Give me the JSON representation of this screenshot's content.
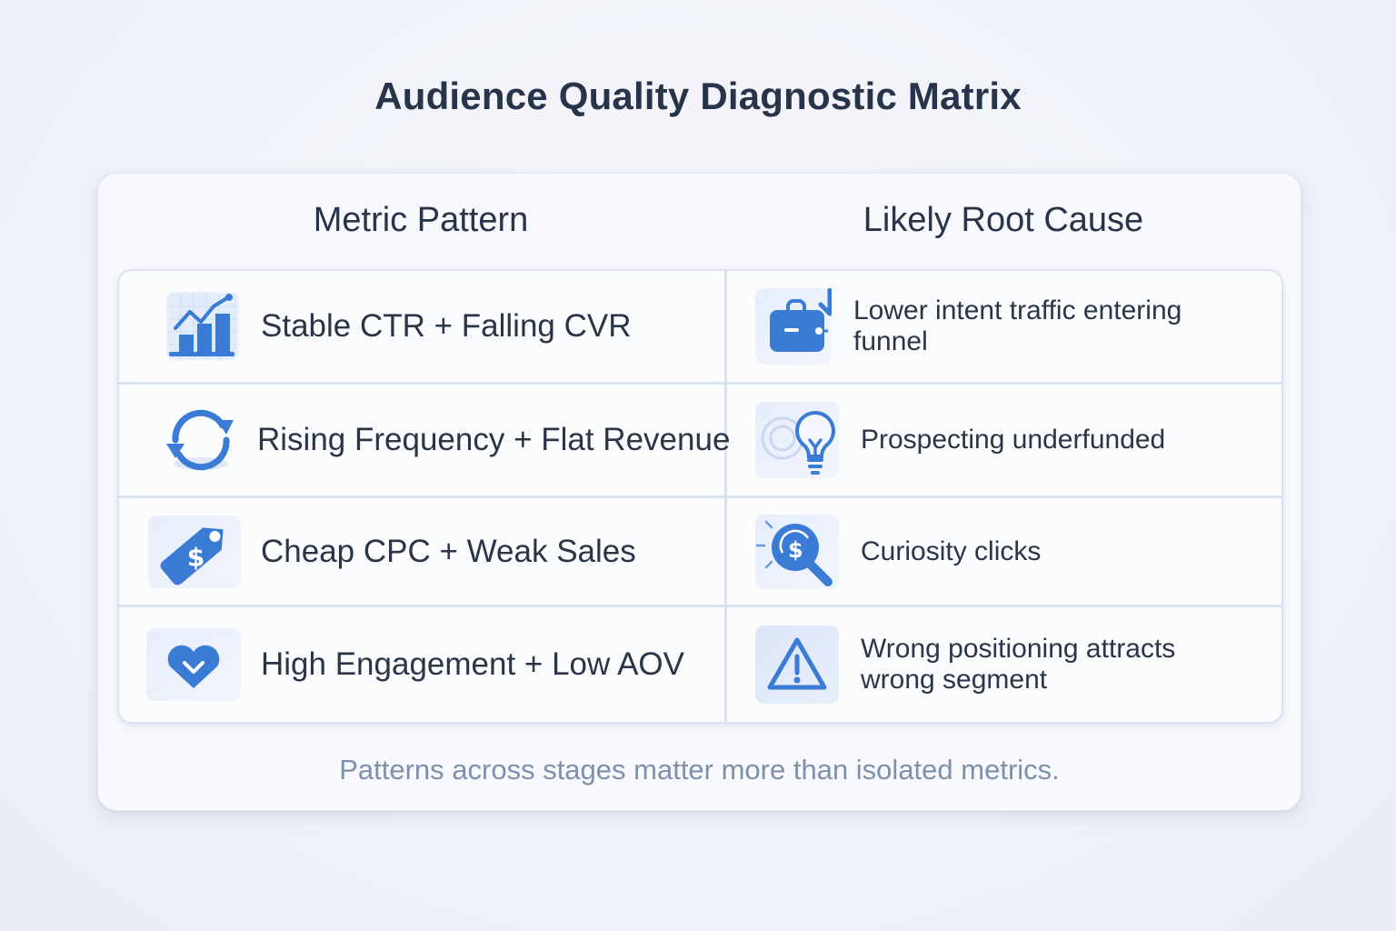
{
  "title": "Audience Quality Diagnostic Matrix",
  "columns": {
    "left": "Metric Pattern",
    "right": "Likely Root Cause"
  },
  "rows": [
    {
      "metric": "Stable CTR + Falling CVR",
      "metric_icon": "bar-chart-trend-icon",
      "cause": "Lower intent traffic entering funnel",
      "cause_icon": "briefcase-down-arrow-icon"
    },
    {
      "metric": "Rising Frequency + Flat Revenue",
      "metric_icon": "refresh-cycle-icon",
      "cause": "Prospecting underfunded",
      "cause_icon": "lightbulb-icon"
    },
    {
      "metric": "Cheap CPC + Weak Sales",
      "metric_icon": "price-tag-dollar-icon",
      "cause": "Curiosity clicks",
      "cause_icon": "magnifier-dollar-icon"
    },
    {
      "metric": "High Engagement + Low AOV",
      "metric_icon": "heart-check-icon",
      "cause": "Wrong positioning attracts wrong segment",
      "cause_icon": "warning-triangle-icon"
    }
  ],
  "footer": "Patterns across stages matter more than isolated metrics.",
  "colors": {
    "accent": "#3a7bd5",
    "title": "#27344a",
    "footer": "#7d90ad",
    "grid": "#d6e1f1"
  }
}
